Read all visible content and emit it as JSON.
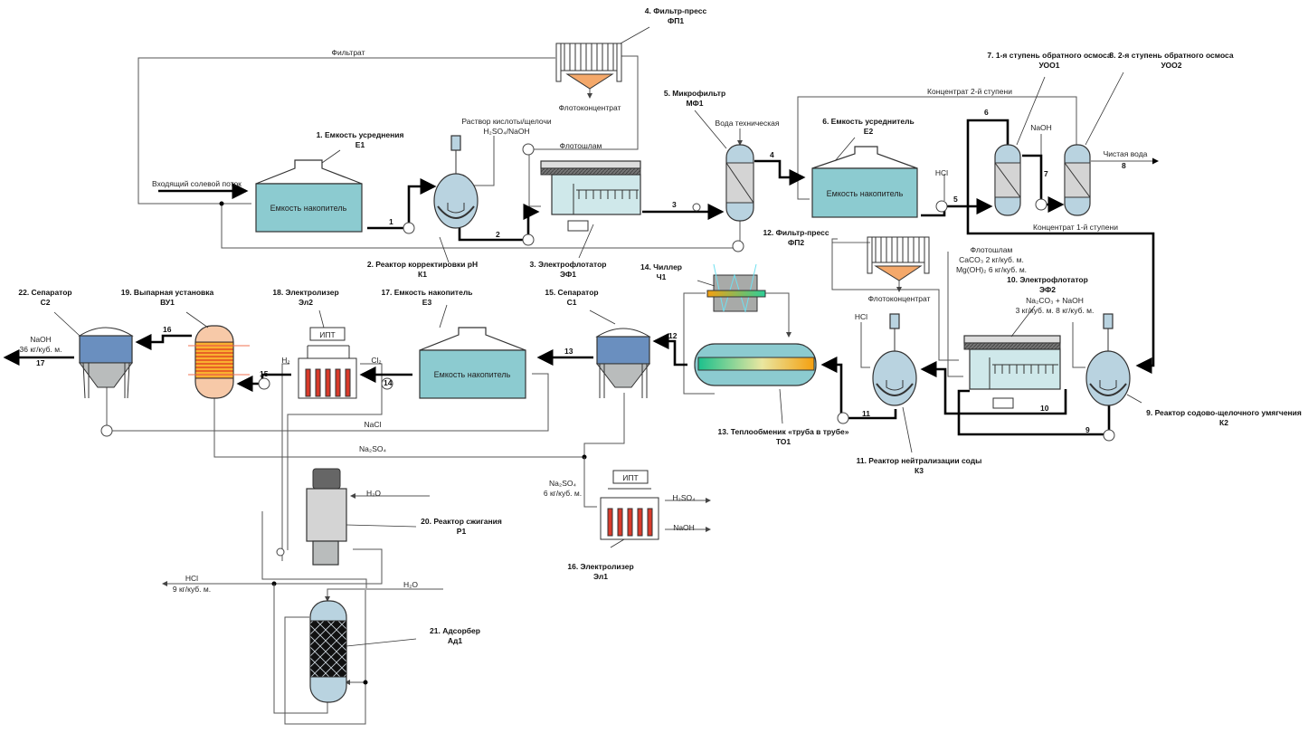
{
  "diagram": {
    "title": "Технологическая схема переработки солевого потока",
    "equipment": [
      {
        "id": 1,
        "title": "1. Емкость усреднения",
        "code": "Е1",
        "inner_text": "Емкость накопитель"
      },
      {
        "id": 2,
        "title": "2. Реактор корректировки pH",
        "code": "К1"
      },
      {
        "id": 3,
        "title": "3. Электрофлотатор",
        "code": "ЭФ1"
      },
      {
        "id": 4,
        "title": "4. Фильтр-пресс",
        "code": "ФП1"
      },
      {
        "id": 5,
        "title": "5. Микрофильтр",
        "code": "МФ1"
      },
      {
        "id": 6,
        "title": "6. Емкость усреднитель",
        "code": "Е2",
        "inner_text": "Емкость накопитель"
      },
      {
        "id": 7,
        "title": "7. 1-я ступень обратного осмоса",
        "code": "УОО1"
      },
      {
        "id": 8,
        "title": "8. 2-я ступень обратного осмоса",
        "code": "УОО2"
      },
      {
        "id": 9,
        "title": "9. Реактор содово-щелочного умягчения",
        "code": "К2"
      },
      {
        "id": 10,
        "title": "10. Электрофлотатор",
        "code": "ЭФ2"
      },
      {
        "id": 11,
        "title": "11. Реактор нейтрализации соды",
        "code": "К3"
      },
      {
        "id": 12,
        "title": "12. Фильтр-пресс",
        "code": "ФП2"
      },
      {
        "id": 13,
        "title": "13. Теплообменик «труба в трубе»",
        "code": "ТО1"
      },
      {
        "id": 14,
        "title": "14. Чиллер",
        "code": "Ч1"
      },
      {
        "id": 15,
        "title": "15. Сепаратор",
        "code": "С1"
      },
      {
        "id": 16,
        "title": "16. Электролизер",
        "code": "Эл1"
      },
      {
        "id": 17,
        "title": "17. Емкость накопитель",
        "code": "Е3",
        "inner_text": "Емкость накопитель"
      },
      {
        "id": 18,
        "title": "18. Электролизер",
        "code": "Эл2"
      },
      {
        "id": 19,
        "title": "19. Выпарная установка",
        "code": "ВУ1"
      },
      {
        "id": 20,
        "title": "20. Реактор сжигания",
        "code": "Р1"
      },
      {
        "id": 21,
        "title": "21. Адсорбер",
        "code": "Ад1"
      },
      {
        "id": 22,
        "title": "22. Сепаратор",
        "code": "С2"
      }
    ],
    "streams": {
      "filtrate": "Фильтрат",
      "inlet": "Входящий солевой поток",
      "reagent1_a": "Раствор кислоты/щелочи",
      "reagent1_b": "H₂SO₄/NaOH",
      "flotoconc1": "Флотоконцентрат",
      "flotosludge1": "Флотошлам",
      "tech_water": "Вода техническая",
      "conc2": "Концентрат 2-й ступени",
      "conc1": "Концентрат 1-й ступени",
      "naoh_ro": "NaOH",
      "hcl_e2": "HCl",
      "clean_water": "Чистая вода",
      "flotosludge2": "Флотошлам",
      "caco3": "CaCO₃ 2 кг/куб. м.",
      "mgoh": "Mg(OH)₂ 6 кг/куб. м.",
      "flotoconc2": "Флотоконцентрат",
      "soda_a": "Na₂CO₃ + NaOH",
      "soda_b": "3 кг/куб. м. 8 кг/куб. м.",
      "hcl_k3": "HCl",
      "naoh_out_a": "NaOH",
      "naoh_out_b": "36 кг/куб. м.",
      "h2": "H₂",
      "cl2": "Cl₂",
      "nacl": "NaCl",
      "na2so4_line": "Na₂SO₄",
      "na2so4_a": "Na₂SO₄",
      "na2so4_b": "6 кг/куб. м.",
      "h2so4": "H₂SO₄",
      "naoh_el1": "NaOH",
      "h2o_r1": "H₂O",
      "h2o_ad": "H₂O",
      "hcl_out_a": "HCl",
      "hcl_out_b": "9 кг/куб. м."
    },
    "stream_numbers": [
      "1",
      "2",
      "3",
      "4",
      "5",
      "6",
      "7",
      "8",
      "9",
      "10",
      "11",
      "12",
      "13",
      "14",
      "15",
      "16",
      "17"
    ],
    "power_unit_label": "ИПТ",
    "colors": {
      "tank": "#8ccbd0",
      "reactor": "#b9d3e0",
      "flotator": "#cfe8ea",
      "filter_cone": "#f4a86a",
      "separator_top": "#6a8fbf",
      "separator_bottom": "#b9bcbc",
      "evaporator": "#f7c9a8",
      "electrode": "#d83a2a",
      "chiller_body": "#a8aaa8"
    }
  }
}
